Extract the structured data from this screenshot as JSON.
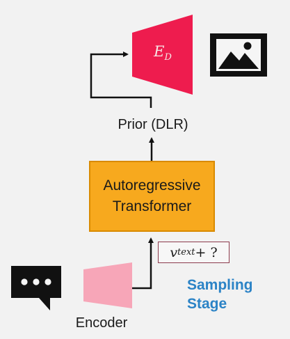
{
  "decoder": {
    "symbol": "E",
    "subscript": "D",
    "fill_color": "#ee1c4e"
  },
  "image_output": {
    "icon": "image-icon"
  },
  "prior": {
    "label": "Prior (DLR)"
  },
  "transformer": {
    "line1": "Autoregressive",
    "line2": "Transformer",
    "fill_color": "#f7a91e"
  },
  "input": {
    "variable": "v",
    "subscript": "text",
    "suffix": "+ ?"
  },
  "stage": {
    "line1": "Sampling",
    "line2": "Stage",
    "color": "#2b83c6"
  },
  "chat": {
    "icon": "chat-bubble-icon"
  },
  "encoder": {
    "label": "Encoder",
    "fill_color": "#f7a6b8"
  }
}
